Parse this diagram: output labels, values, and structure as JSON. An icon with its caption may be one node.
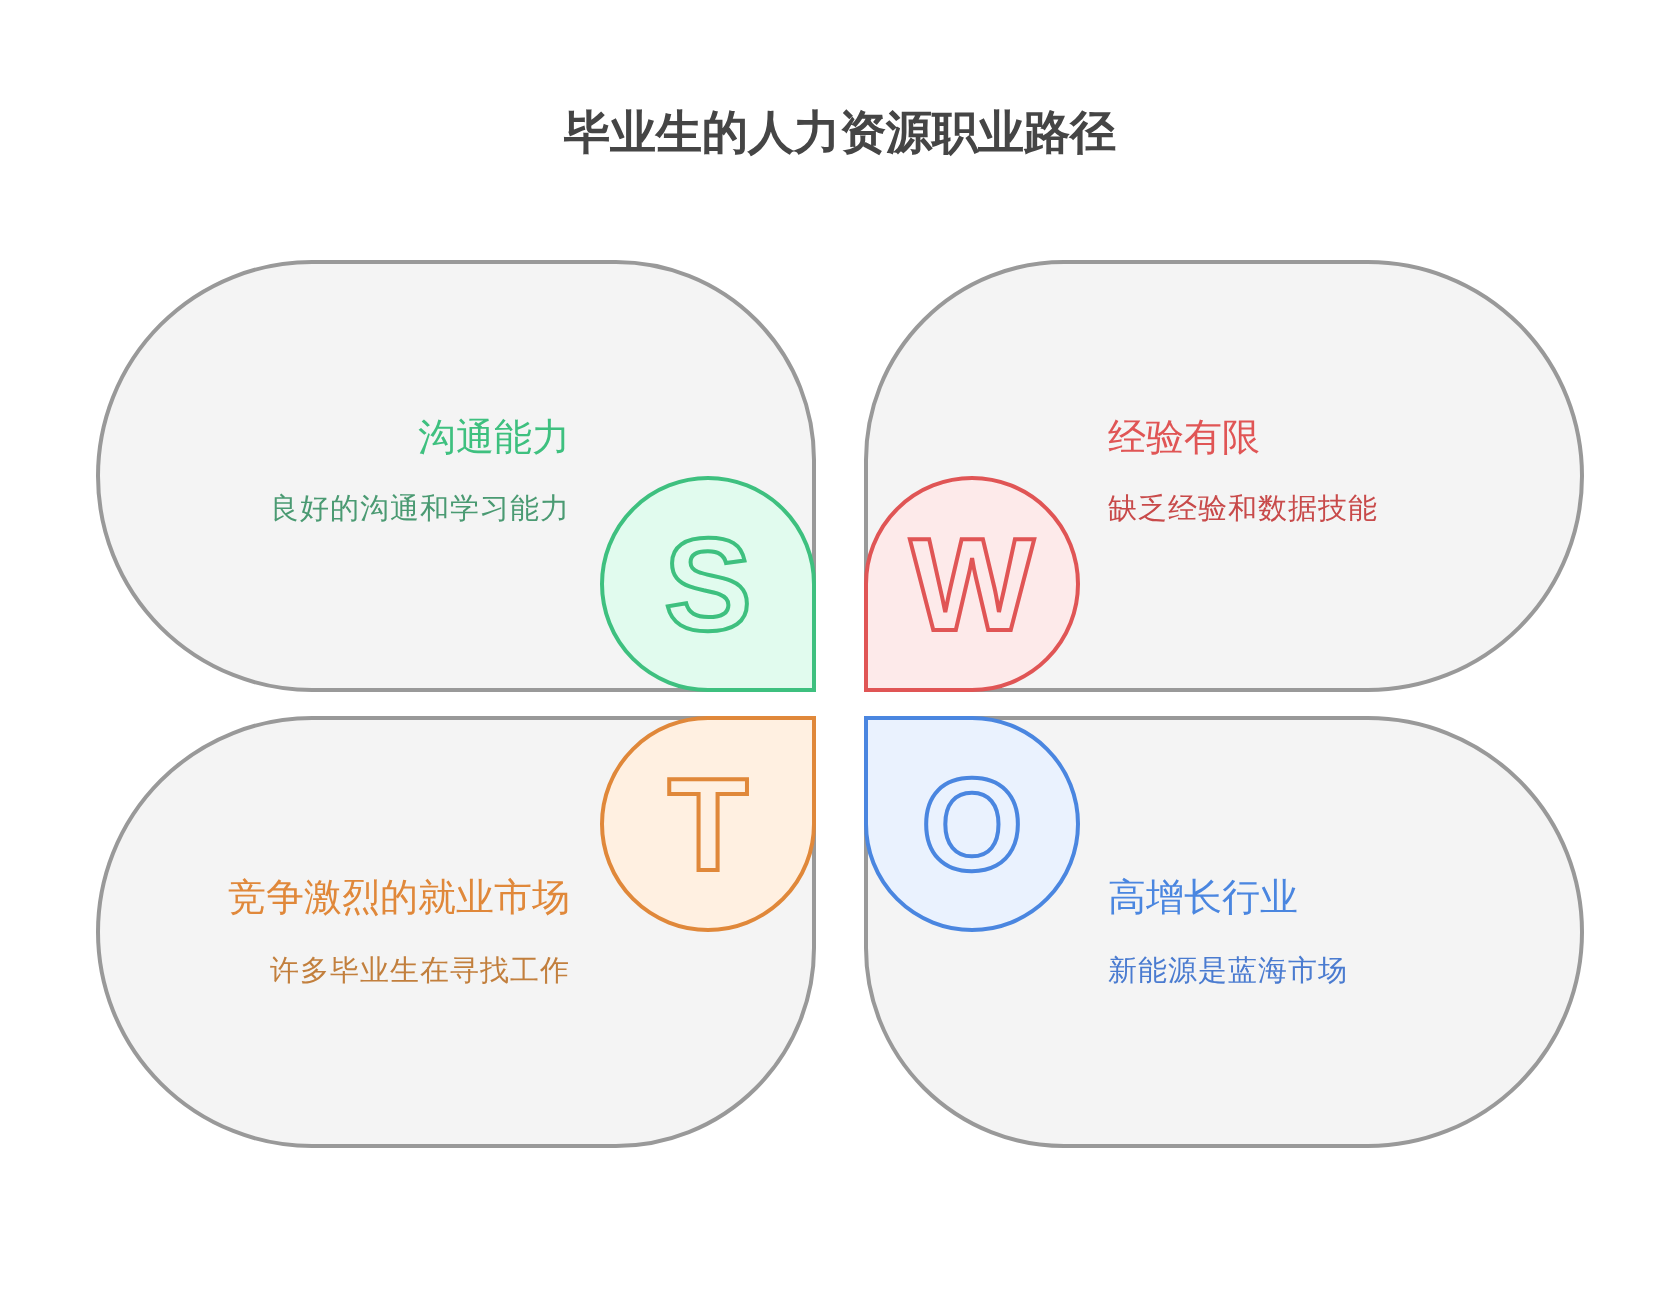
{
  "diagram": {
    "title": "毕业生的人力资源职业路径",
    "nodes": [
      {
        "text": [
          "沟通能力",
          "良好的沟通和学习能力"
        ]
      },
      {
        "text": [
          "S"
        ],
        "in": 0
      },
      {
        "text": [
          "经验有限",
          "缺乏经验和数据技能"
        ]
      },
      {
        "text": [
          "W"
        ],
        "in": 2
      },
      {
        "text": [
          "竞争激烈的就业市场",
          "许多毕业生在寻找工作"
        ]
      },
      {
        "text": [
          "T"
        ],
        "in": 4
      },
      {
        "text": [
          "高增长行业",
          "新能源是蓝海市场"
        ]
      },
      {
        "text": [
          "O"
        ],
        "in": 6
      }
    ],
    "edges": []
  }
}
